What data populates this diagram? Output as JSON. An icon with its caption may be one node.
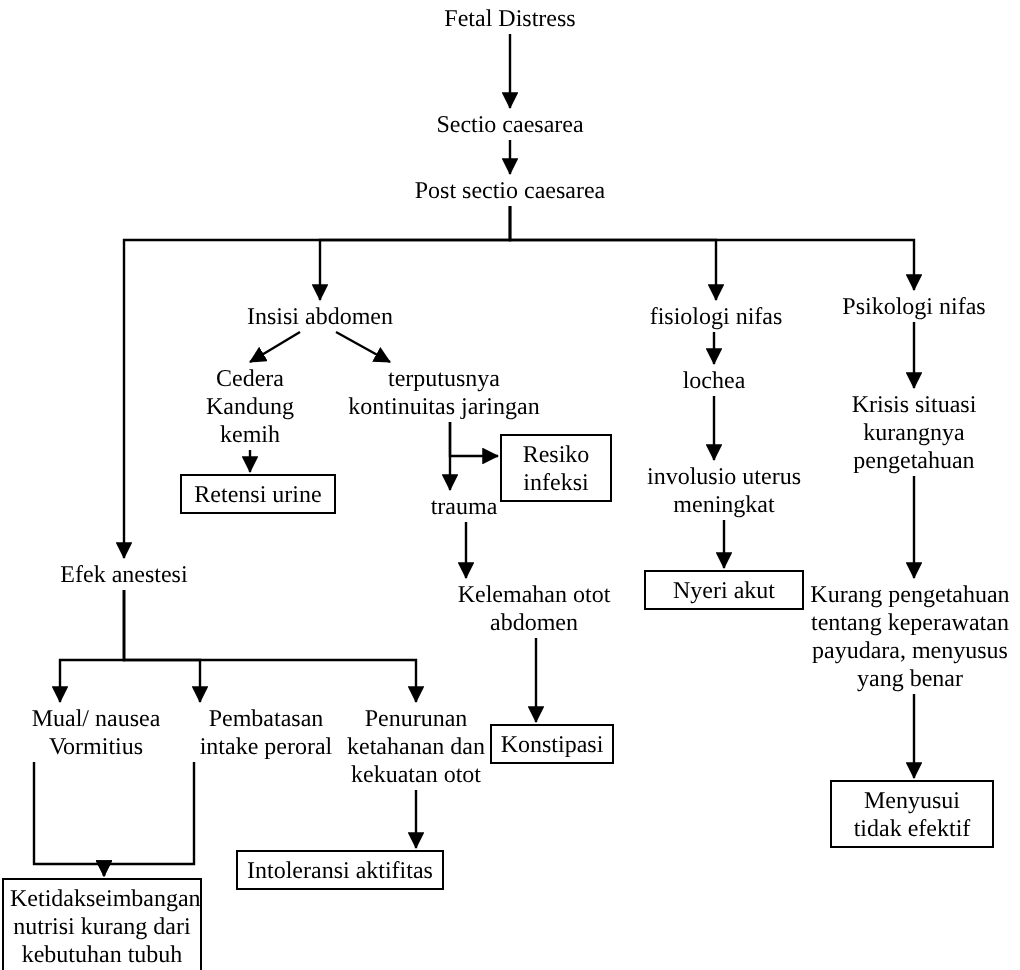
{
  "diagram": {
    "nodes": [
      {
        "text": [
          "Fetal Distress"
        ]
      },
      {
        "text": [
          "Sectio caesarea"
        ]
      },
      {
        "text": [
          "Post sectio caesarea"
        ]
      },
      {
        "text": [
          "Insisi abdomen"
        ]
      },
      {
        "text": [
          "fisiologi nifas"
        ]
      },
      {
        "text": [
          "Psikologi nifas"
        ]
      },
      {
        "text": [
          "Cedera Kandung kemih"
        ]
      },
      {
        "text": [
          "terputusnya kontinuitas jaringan"
        ]
      },
      {
        "text": [
          "Retensi urine"
        ]
      },
      {
        "text": [
          "Resiko infeksi"
        ]
      },
      {
        "text": [
          "trauma"
        ]
      },
      {
        "text": [
          "lochea"
        ]
      },
      {
        "text": [
          "involusio uterus meningkat"
        ]
      },
      {
        "text": [
          "Krisis situasi kurangnya pengetahuan"
        ]
      },
      {
        "text": [
          "Efek anestesi"
        ]
      },
      {
        "text": [
          "Kelemahan otot abdomen"
        ]
      },
      {
        "text": [
          "Nyeri akut"
        ]
      },
      {
        "text": [
          "Kurang pengetahuan tentang keperawatan payudara, menyusus yang benar"
        ]
      },
      {
        "text": [
          "Mual/ nausea Vormitius"
        ]
      },
      {
        "text": [
          "Pembatasan intake peroral"
        ]
      },
      {
        "text": [
          "Penurunan ketahanan dan kekuatan otot"
        ]
      },
      {
        "text": [
          "Konstipasi"
        ]
      },
      {
        "text": [
          "Menyusui tidak efektif"
        ]
      },
      {
        "text": [
          "Intoleransi aktifitas"
        ]
      },
      {
        "text": [
          "Ketidakseimbangan nutrisi kurang dari kebutuhan tubuh"
        ]
      }
    ],
    "edges": [
      {
        "from": 0,
        "to": 1,
        "arrow": "to"
      },
      {
        "from": 1,
        "to": 2,
        "arrow": "to"
      },
      {
        "from": 2,
        "to": 3,
        "arrow": "to"
      },
      {
        "from": 2,
        "to": 4,
        "arrow": "to"
      },
      {
        "from": 2,
        "to": 5,
        "arrow": "to"
      },
      {
        "from": 2,
        "to": 14,
        "arrow": "to"
      },
      {
        "from": 3,
        "to": 6,
        "arrow": "to"
      },
      {
        "from": 3,
        "to": 7,
        "arrow": "to"
      },
      {
        "from": 6,
        "to": 8,
        "arrow": "to"
      },
      {
        "from": 7,
        "to": 9,
        "arrow": "to"
      },
      {
        "from": 7,
        "to": 10,
        "arrow": "to"
      },
      {
        "from": 10,
        "to": 15,
        "arrow": "to"
      },
      {
        "from": 15,
        "to": 21,
        "arrow": "to"
      },
      {
        "from": 4,
        "to": 11,
        "arrow": "to"
      },
      {
        "from": 11,
        "to": 12,
        "arrow": "to"
      },
      {
        "from": 12,
        "to": 16,
        "arrow": "to"
      },
      {
        "from": 5,
        "to": 13,
        "arrow": "to"
      },
      {
        "from": 13,
        "to": 17,
        "arrow": "to"
      },
      {
        "from": 17,
        "to": 22,
        "arrow": "to"
      },
      {
        "from": 14,
        "to": 18,
        "arrow": "to"
      },
      {
        "from": 14,
        "to": 19,
        "arrow": "to"
      },
      {
        "from": 14,
        "to": 20,
        "arrow": "to"
      },
      {
        "from": 18,
        "to": 24,
        "arrow": "to"
      },
      {
        "from": 19,
        "to": 24,
        "arrow": "to"
      },
      {
        "from": 20,
        "to": 23,
        "arrow": "to"
      }
    ]
  }
}
